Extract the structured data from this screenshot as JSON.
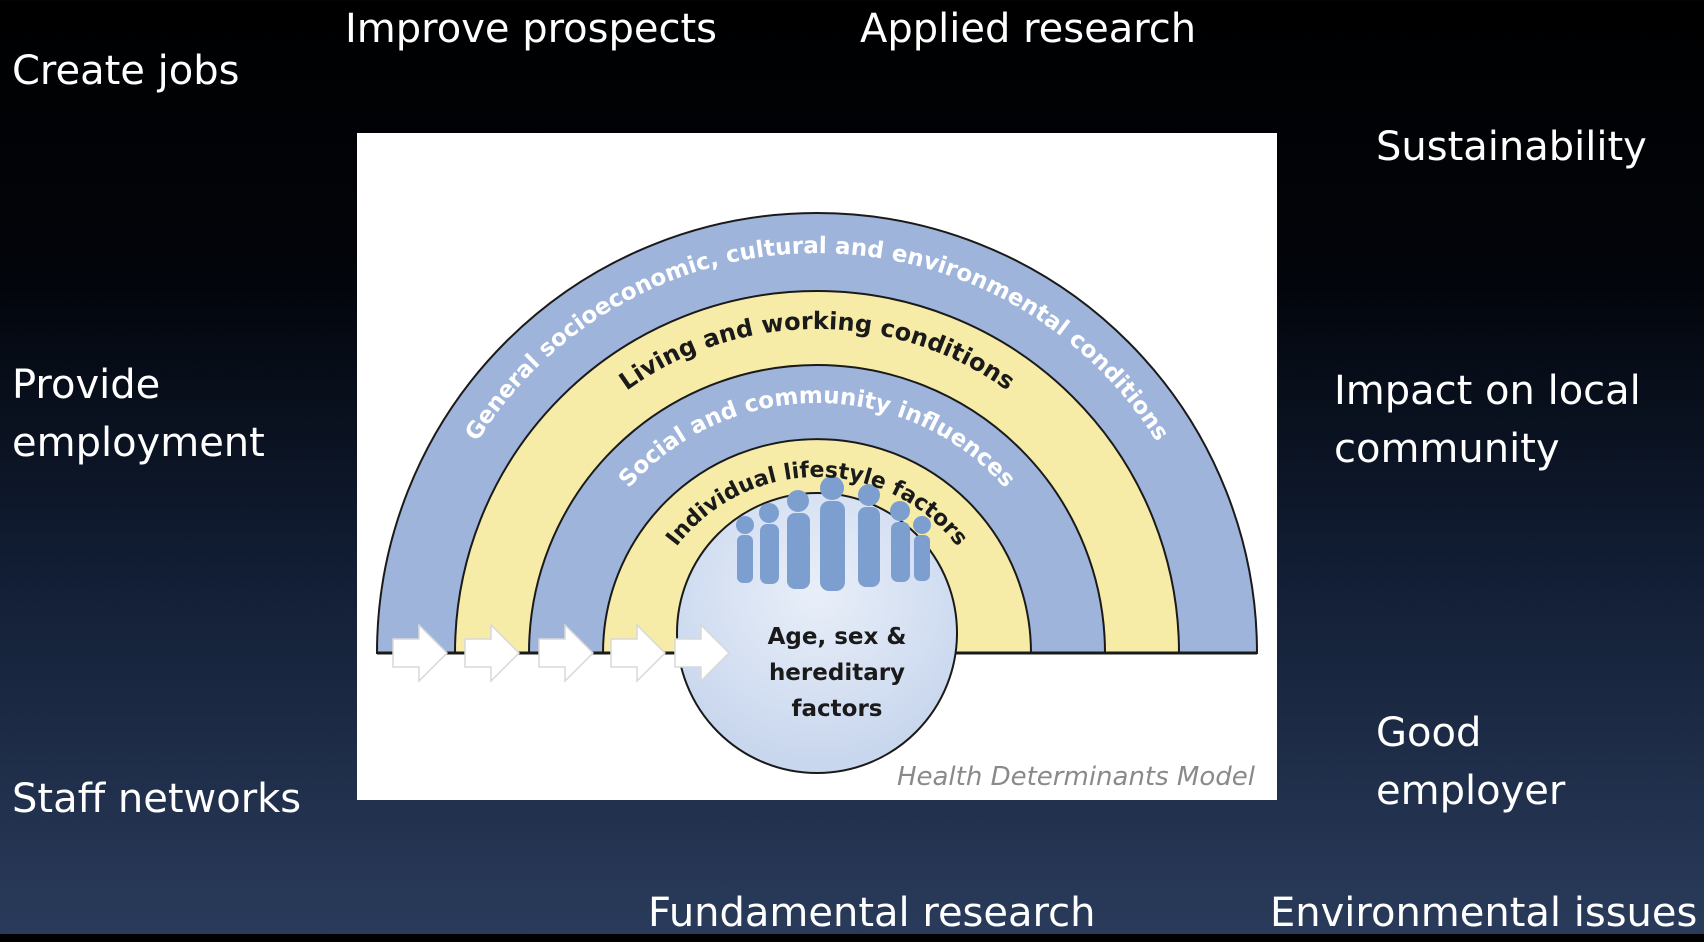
{
  "surrounding_labels": {
    "create_jobs": "Create jobs",
    "improve_prospects": "Improve prospects",
    "applied_research": "Applied research",
    "sustainability": "Sustainability",
    "provide_employment_line1": "Provide",
    "provide_employment_line2": "employment",
    "impact_line1": "Impact on local",
    "impact_line2": "community",
    "staff_networks": "Staff networks",
    "good_employer_line1": "Good",
    "good_employer_line2": "employer",
    "fundamental_research": "Fundamental research",
    "environmental_issues": "Environmental issues"
  },
  "diagram": {
    "layers": [
      {
        "label": "General socioeconomic, cultural and environmental conditions",
        "color": "#9fb4da"
      },
      {
        "label": "Living and working conditions",
        "color": "#f6eca8"
      },
      {
        "label": "Social and community influences",
        "color": "#9fb4da"
      },
      {
        "label": "Individual lifestyle factors",
        "color": "#f6eca8"
      }
    ],
    "core_line1": "Age, sex &",
    "core_line2": "hereditary",
    "core_line3": "factors",
    "caption": "Health Determinants Model",
    "colors": {
      "blue_band": "#9fb4da",
      "yellow_band": "#f6eca8",
      "core": "#d6e1f2",
      "people": "#7d9fd0",
      "outline": "#1a1a1a"
    }
  }
}
